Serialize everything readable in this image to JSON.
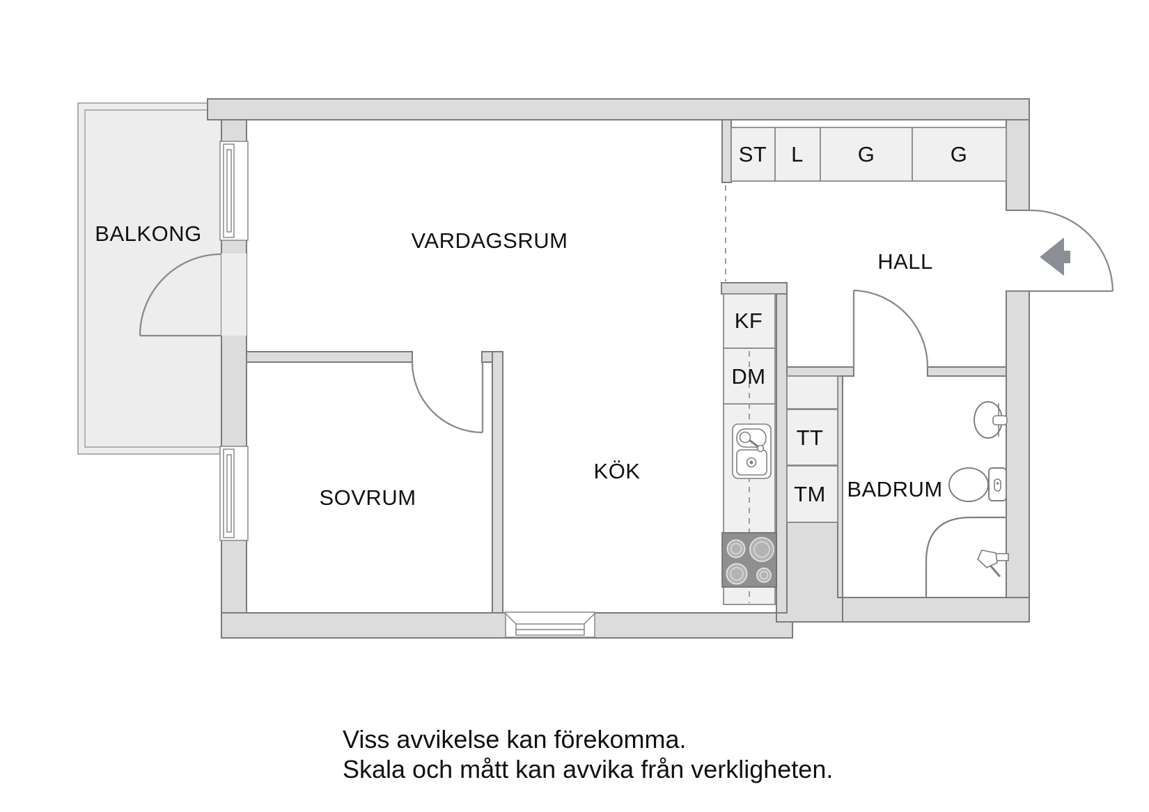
{
  "floorplan": {
    "rooms": {
      "balkong": "BALKONG",
      "vardagsrum": "VARDAGSRUM",
      "hall": "HALL",
      "kok": "KÖK",
      "sovrum": "SOVRUM",
      "badrum": "BADRUM"
    },
    "closets": [
      {
        "label": "ST"
      },
      {
        "label": "L"
      },
      {
        "label": "G"
      },
      {
        "label": "G"
      }
    ],
    "appliances": {
      "kf": "KF",
      "dm": "DM",
      "tt": "TT",
      "tm": "TM"
    },
    "disclaimer": {
      "line1": "Viss avvikelse kan förekomma.",
      "line2": "Skala och mått kan avvika från verkligheten."
    },
    "icons": {
      "entry_arrow": "entry-direction-arrow-icon",
      "kitchen_sink": "kitchen-sink-icon",
      "stove": "stove-burners-icon",
      "washbasin": "washbasin-icon",
      "toilet": "toilet-icon",
      "shower": "shower-head-icon"
    },
    "colors": {
      "background": "#ffffff",
      "wall_fill": "#dcdcdc",
      "wall_stroke": "#7b7b7b",
      "cabinet_fill": "#f0f0f0",
      "cabinet_stroke": "#8a8a8a",
      "balcony_fill": "#ededed",
      "balcony_stroke": "#9c9c9c",
      "door_stroke": "#8a8a8a",
      "dashed_line": "#9c9c9c",
      "fixture_stroke": "#7f7f7f",
      "stove_fill": "#8f8f8f",
      "burner_fill": "#b3b3b3",
      "arrow_fill": "#8b8f95",
      "text_color": "#111111"
    }
  }
}
